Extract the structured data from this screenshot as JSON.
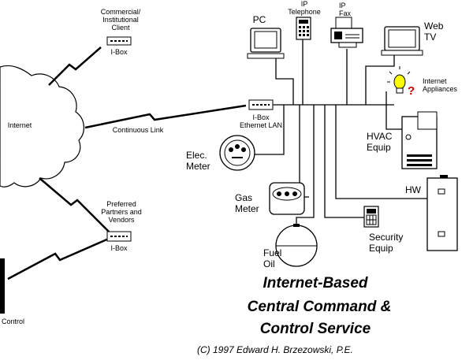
{
  "nodes": {
    "commercial_client": "Commercial/\nInstitutional\nClient",
    "ibox_top": "I-Box",
    "internet": "Internet",
    "continuous_link": "Continuous Link",
    "ibox_lan": "I-Box\nEthernet LAN",
    "partners": "Preferred\nPartners and\nVendors",
    "ibox_bottom": "I-Box",
    "control_partial": "Control",
    "pc": "PC",
    "ip_telephone": "IP\nTelephone",
    "ip_fax": "IP\nFax",
    "web_tv": "Web\nTV",
    "internet_appliances": "Internet\nAppliances",
    "question_mark": "?",
    "hvac": "HVAC\nEquip",
    "hw": "HW",
    "elec_meter": "Elec.\nMeter",
    "gas_meter": "Gas\nMeter",
    "security": "Security\nEquip",
    "fuel_oil": "Fuel\nOil"
  },
  "title": {
    "line1": "Internet-Based",
    "line2": "Central Command &",
    "line3": "Control Service"
  },
  "credit": "(C) 1997 Edward H. Brzezowski, P.E.",
  "colors": {
    "line": "#000000",
    "bulb": "#ffff00",
    "question": "#cc0000",
    "device_fill": "#ffffff",
    "screen": "#c0c0c0"
  }
}
